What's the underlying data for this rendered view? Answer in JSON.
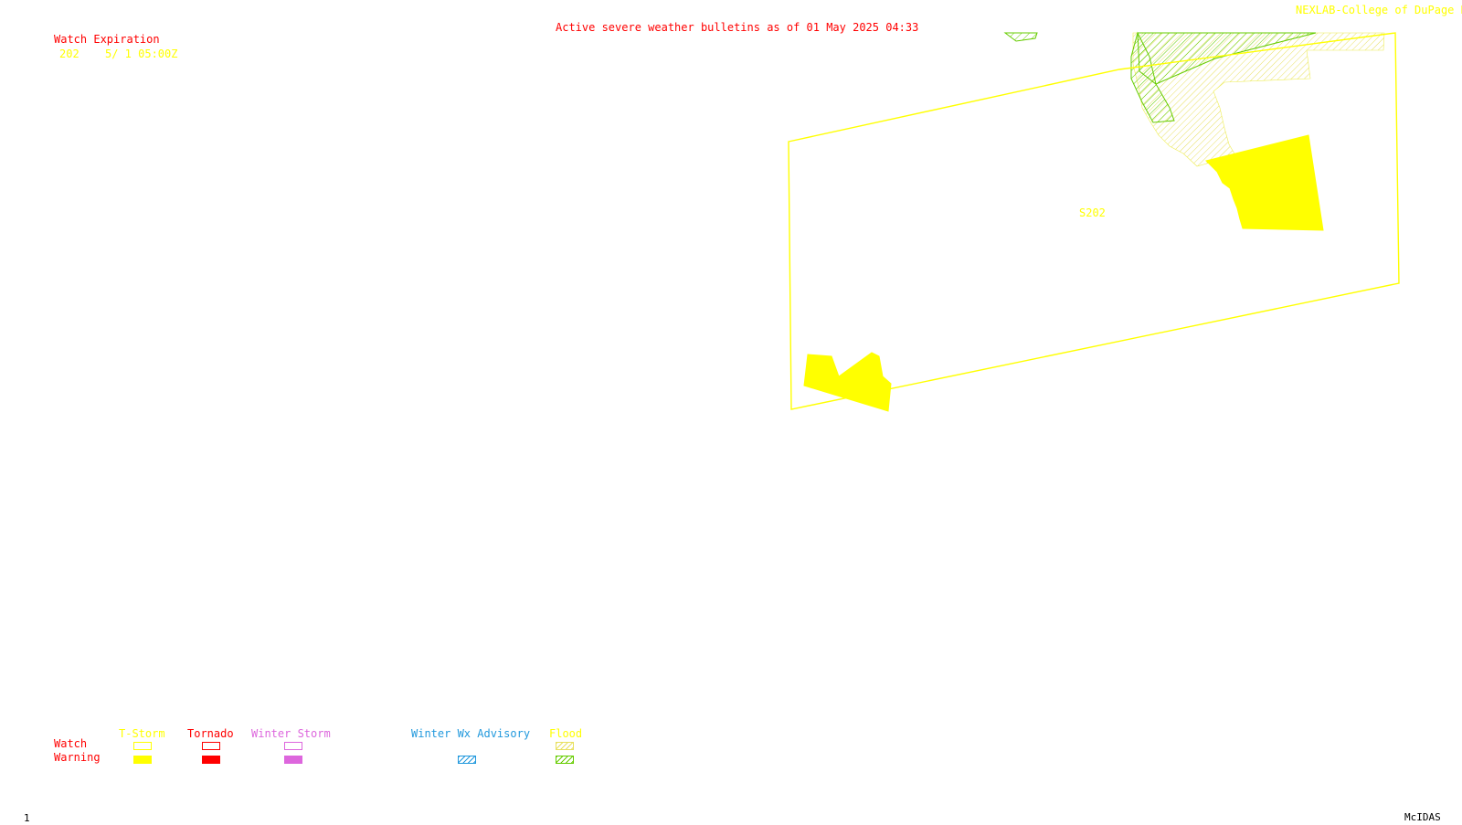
{
  "header": {
    "title": "Active severe weather bulletins as of 01 May 2025 04:33",
    "credit": "NEXLAB-College of DuPage R"
  },
  "watch_list": {
    "heading": "Watch Expiration",
    "rows": [
      {
        "number": "202",
        "expiration": "5/ 1 05:00Z"
      }
    ]
  },
  "map": {
    "watch_box_label": "S202"
  },
  "legend": {
    "row_labels": {
      "watch": "Watch",
      "warning": "Warning"
    },
    "categories": [
      {
        "name": "T-Storm",
        "color": "#ffff00",
        "watch": "outline",
        "warning": "solid"
      },
      {
        "name": "Tornado",
        "color": "#ff0000",
        "watch": "outline",
        "warning": "solid"
      },
      {
        "name": "Winter Storm",
        "color": "#dd66dd",
        "watch": "outline",
        "warning": "solid"
      },
      {
        "name": "Winter Wx Advisory",
        "color": "#2299dd",
        "watch": "none",
        "warning": "hatched"
      },
      {
        "name": "Flood",
        "color": "#ffff00",
        "watch": "hatched",
        "warning": "hatched-green"
      }
    ]
  },
  "footer": {
    "frame_number": "1",
    "software": "McIDAS"
  },
  "colors": {
    "title": "#ff0000",
    "credit": "#ffff00",
    "tstorm": "#ffff00",
    "tornado": "#ff0000",
    "winter_storm": "#dd66dd",
    "winter_advisory": "#2299dd",
    "flood_watch": "#ffff66",
    "flood_warning": "#66cc00"
  }
}
